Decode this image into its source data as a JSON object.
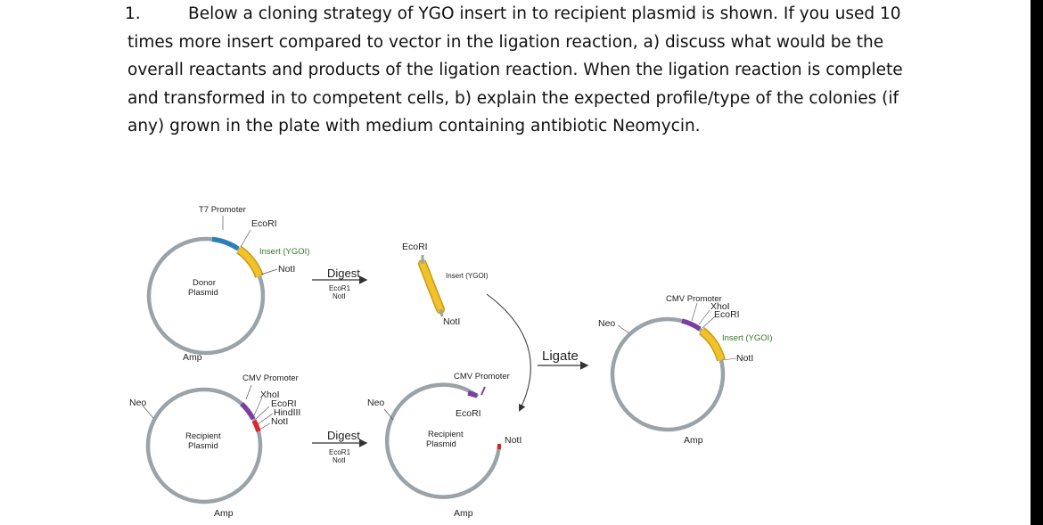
{
  "question": {
    "number": "1.",
    "lines": [
      "Below a cloning strategy of YGO insert in to recipient plasmid is shown. If you used 10",
      "times more insert compared to vector in the ligation reaction, a) discuss what would be the",
      "overall reactants and products of the ligation reaction.  When the ligation reaction is complete",
      "and transformed in to competent cells, b) explain the expected profile/type of the colonies (if",
      "any) grown in the plate with medium containing antibiotic Neomycin."
    ]
  },
  "figure": {
    "donor": {
      "t7_promoter": "T7 Promoter",
      "ecori": "EcoRI",
      "insert": "Insert (YGOI)",
      "noti": "NotI",
      "name_line1": "Donor",
      "name_line2": "Plasmid",
      "amp": "Amp"
    },
    "digest_top": {
      "label": "Digest",
      "enzyme1": "EcoR1",
      "enzyme2": "NotI"
    },
    "insert_fragment": {
      "ecori": "EcoRI",
      "insert": "Insert (YGOI)",
      "noti": "NotI"
    },
    "recipient": {
      "cmv_promoter": "CMV Promoter",
      "xhoi": "XhoI",
      "ecori": "EcoRI",
      "hindiii": "HindIII",
      "noti": "NotI",
      "neo": "Neo",
      "name_line1": "Recipient",
      "name_line2": "Plasmid",
      "amp": "Amp"
    },
    "digest_bottom": {
      "label": "Digest",
      "enzyme1": "EcoR1",
      "enzyme2": "NotI"
    },
    "digested_recipient": {
      "cmv_promoter": "CMV Promoter",
      "ecori": "EcoRI",
      "noti": "NotI",
      "neo": "Neo",
      "name_line1": "Recipient",
      "name_line2": "Plasmid",
      "amp": "Amp"
    },
    "ligate": {
      "label": "Ligate"
    },
    "product": {
      "cmv_promoter": "CMV Promoter",
      "xhoi": "XhoI",
      "ecori": "EcoRI",
      "insert": "Insert (YGOI)",
      "noti": "NotI",
      "neo": "Neo",
      "amp": "Amp"
    },
    "colors": {
      "backbone": "#9aa3a8",
      "insert": "#f2c22a",
      "t7": "#2a7fb8",
      "cmv": "#7b3fa0",
      "hindiii": "#e0262d",
      "noti_site": "#d42a2a",
      "arrow": "#333333"
    }
  }
}
